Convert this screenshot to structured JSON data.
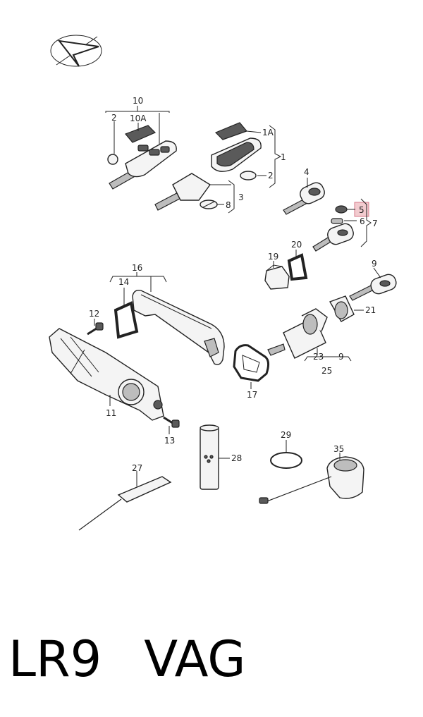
{
  "labels": {
    "l10": "10",
    "l2a": "2",
    "l10a": "10A",
    "l1a": "1A",
    "l1": "1",
    "l2b": "2",
    "l3": "3",
    "l8": "8",
    "l4": "4",
    "l5": "5",
    "l6": "6",
    "l7": "7",
    "l20": "20",
    "l19": "19",
    "l9a": "9",
    "l16": "16",
    "l14": "14",
    "l12": "12",
    "l21": "21",
    "l23": "23",
    "l9b": "9",
    "l25": "25",
    "l17": "17",
    "l11": "11",
    "l13": "13",
    "l29": "29",
    "l35": "35",
    "l28": "28",
    "l27": "27"
  },
  "highlight_color": "#e8a0a8",
  "footer": {
    "code": "LR9",
    "brand": "VAG"
  }
}
